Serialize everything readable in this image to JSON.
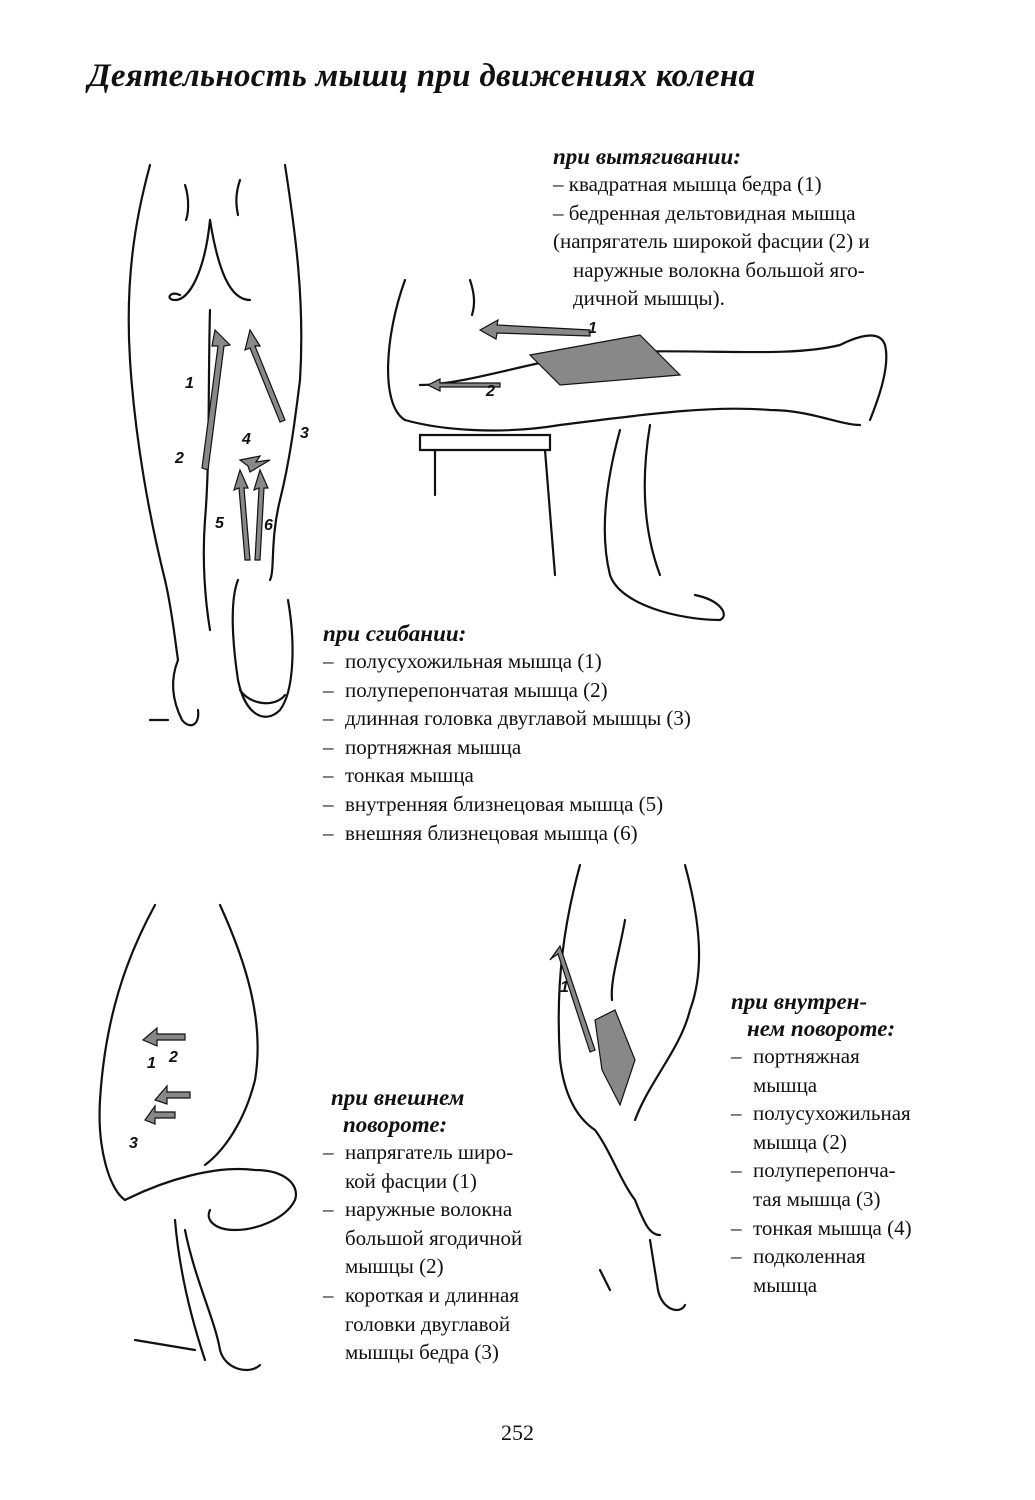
{
  "page": {
    "title": "Деятельность мышц при движениях колена",
    "page_number": "252"
  },
  "extension": {
    "heading": "при вытягивании:",
    "lines": [
      "– квадратная мышца бедра (1)",
      "– бедренная дельтовидная мышца",
      "(напрягатель широкой фасции (2) и",
      "наружные волокна большой яго-",
      "дичной мышцы)."
    ]
  },
  "flexion": {
    "heading": "при сгибании:",
    "items": [
      "полусухожильная мышца (1)",
      "полуперепончатая мышца (2)",
      "длинная головка двуглавой мышцы (3)",
      "портняжная мышца",
      "тонкая мышца",
      "внутренняя близнецовая мышца (5)",
      "внешняя близнецовая мышца (6)"
    ]
  },
  "external_rotation": {
    "heading_1": "при внешнем",
    "heading_2": "повороте:",
    "items": [
      [
        "напрягатель широ-",
        "кой фасции (1)"
      ],
      [
        "наружные волокна",
        "большой ягодичной",
        "мышцы (2)"
      ],
      [
        "короткая и длинная",
        "головки двуглавой",
        "мышцы бедра (3)"
      ]
    ]
  },
  "internal_rotation": {
    "heading_1": "при внутрен-",
    "heading_2": "нем повороте:",
    "items": [
      [
        "портняжная",
        "мышца"
      ],
      [
        "полусухожильная",
        "мышца (2)"
      ],
      [
        "полуперепонча-",
        "тая мышца (3)"
      ],
      [
        "тонкая мышца (4)"
      ],
      [
        "подколенная",
        "мышца"
      ]
    ]
  },
  "figure_labels": {
    "back_legs": [
      "1",
      "2",
      "3",
      "4",
      "5",
      "6"
    ],
    "seated": [
      "1",
      "2"
    ],
    "external": [
      "1",
      "2",
      "3"
    ],
    "internal": [
      "1"
    ]
  }
}
